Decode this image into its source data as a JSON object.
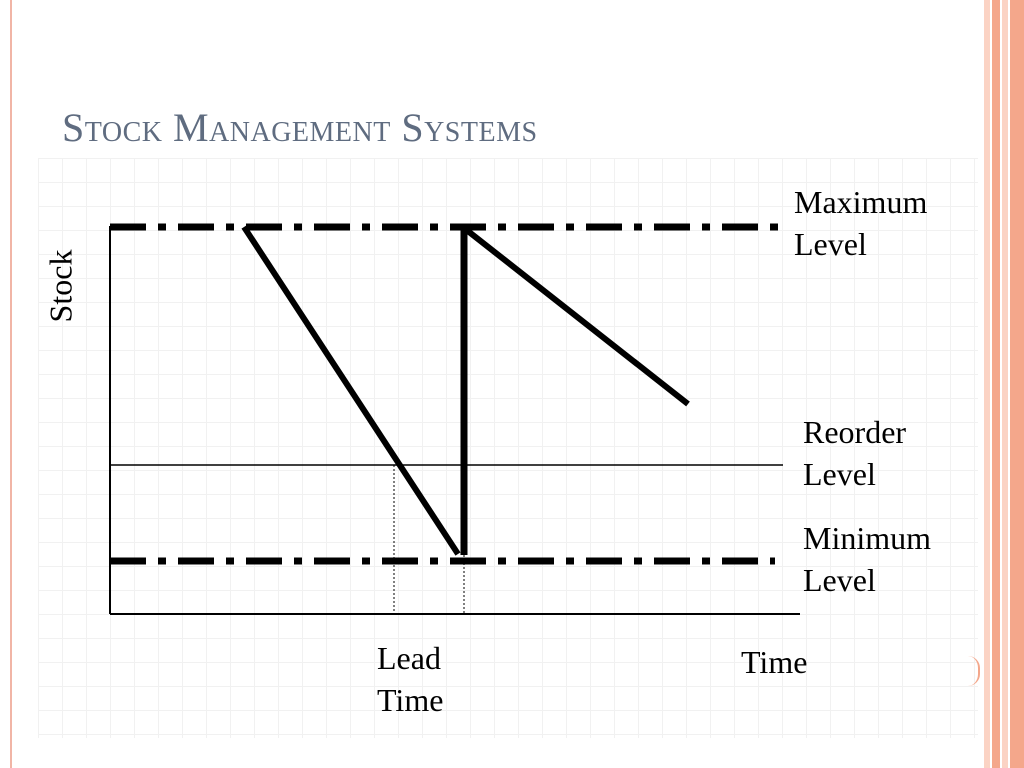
{
  "slide": {
    "title": "Stock Management Systems"
  },
  "diagram": {
    "y_axis_label": "Stock",
    "x_axis_label": "Time",
    "lead_time_label_line1": "Lead",
    "lead_time_label_line2": "Time",
    "levels": {
      "maximum_line1": "Maximum",
      "maximum_line2": "Level",
      "reorder_line1": "Reorder",
      "reorder_line2": "Level",
      "minimum_line1": "Minimum",
      "minimum_line2": "Level"
    }
  },
  "colors": {
    "title": "#5f6c80",
    "accent_stripe_dark": "#f4a78b",
    "accent_stripe_light": "#fbd3c4",
    "line": "#000000"
  }
}
